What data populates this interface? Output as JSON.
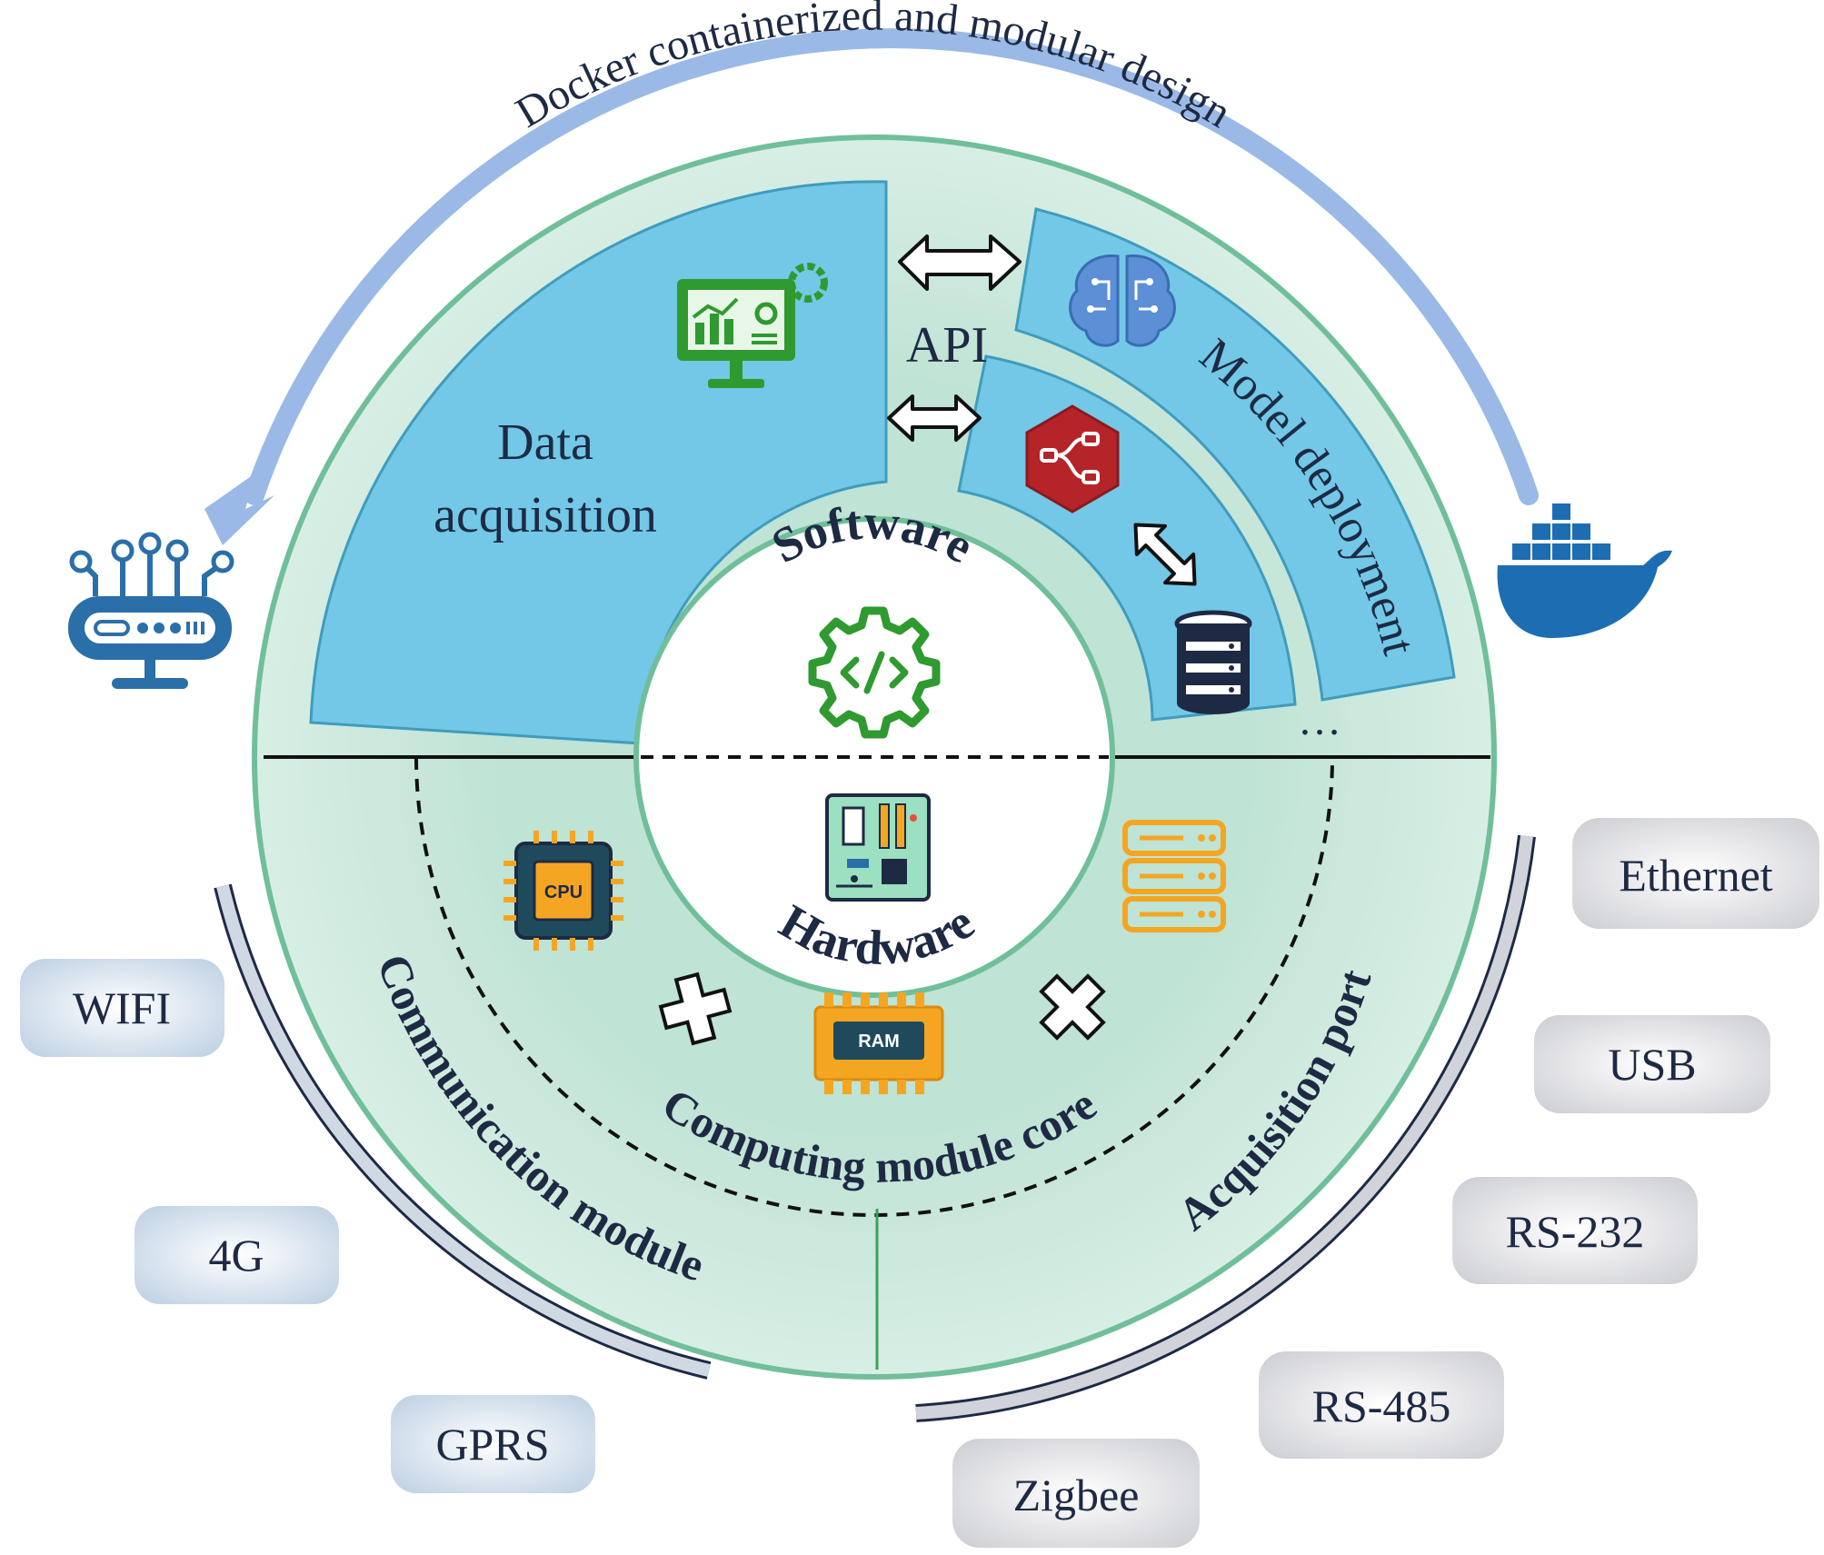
{
  "arc_title": "Docker containerized and modular design",
  "center": {
    "software": "Software",
    "hardware": "Hardware"
  },
  "software": {
    "data_acquisition_line1": "Data",
    "data_acquisition_line2": "acquisition",
    "api": "API",
    "model_deployment": "Model deployment",
    "ellipsis": "…"
  },
  "hardware": {
    "computing_core": "Computing module core",
    "communication_module": "Communication module",
    "acquisition_port": "Acquisition port",
    "cpu_label": "CPU",
    "ram_label": "RAM"
  },
  "communication_options": [
    "WIFI",
    "4G",
    "GPRS"
  ],
  "port_options": [
    "Ethernet",
    "USB",
    "RS-232",
    "RS-485",
    "Zigbee"
  ],
  "icons": {
    "router": "router-icon",
    "docker": "docker-whale-icon",
    "monitor": "monitor-analytics-icon",
    "brain": "brain-circuit-icon",
    "nodered": "node-red-icon",
    "database": "database-icon",
    "gear_code": "gear-code-icon",
    "motherboard": "motherboard-icon",
    "cpu": "cpu-chip-icon",
    "ram": "ram-module-icon",
    "server": "server-rack-icon",
    "plus": "plus-icon"
  },
  "colors": {
    "ring_fill": "#d4ece1",
    "ring_stroke": "#6fbf9a",
    "panel_fill": "#72c8e6",
    "arc_arrow": "#9ab9e6",
    "docker_blue": "#1d6db3",
    "router_blue": "#2a6fa8",
    "green_icon": "#2f9a2f",
    "red_icon": "#b52428",
    "orange_icon": "#f4a623",
    "comm_pill": "#c6d6e6",
    "port_pill": "#d6d7dc"
  }
}
